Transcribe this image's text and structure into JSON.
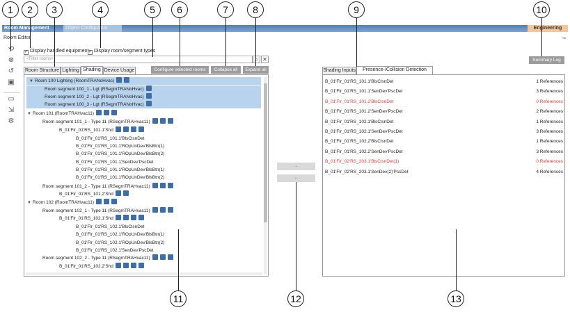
{
  "window": {
    "title": "Room Management",
    "tab_object": "Object Configurator",
    "mode": "Engineering",
    "editor_label": "Room Editor",
    "pin": "⊸"
  },
  "toolbar_icons": [
    "refresh-icon",
    "cancel-icon",
    "undo-icon",
    "save-icon",
    "document-icon",
    "export-icon",
    "settings-icon"
  ],
  "options": {
    "display_handled": "Display handled equipment",
    "display_handled_checked": true,
    "display_types": "Display room/segment types",
    "display_types_checked": true
  },
  "filter": {
    "placeholder": "<Filter rooms>"
  },
  "tabs": [
    "Room Structure",
    "Lighting",
    "Shading",
    "Device Usage"
  ],
  "active_tab": "Shading",
  "actions": {
    "configure": "Configure selected rooms",
    "collapse": "Collapse all",
    "expand": "Expand all"
  },
  "tree": [
    {
      "text": "Room 100 Lighting (RoomTRANoHvac)",
      "indent": 0,
      "toggle": "▼",
      "selected": true,
      "icons": 2
    },
    {
      "text": "Room segment 100_1 - Lgt (RSegmTRANoHvac)",
      "indent": 1,
      "toggle": "",
      "selected": true,
      "icons": 1
    },
    {
      "text": "Room segment 100_2 - Lgt (RSegmTRANoHvac)",
      "indent": 1,
      "toggle": "",
      "selected": true,
      "icons": 1
    },
    {
      "text": "Room segment 100_3 - Lgt (RSegmTRANoHvac)",
      "indent": 1,
      "toggle": "",
      "selected": true,
      "icons": 1
    },
    {
      "text": "Room 101 (RoomTRAHvac11)",
      "indent": 0,
      "toggle": "▼",
      "selected": false,
      "icons": 3
    },
    {
      "text": "Room segment 101_1 - Type 11 (RSegmTRAHvac11)",
      "indent": 1,
      "toggle": "",
      "selected": false,
      "icons": 3
    },
    {
      "text": "B_01'Flr_01'RS_101.1'Shd",
      "indent": 2,
      "toggle": "",
      "selected": false,
      "icons": 4
    },
    {
      "text": "B_01'Flr_01'RS_101.1'BlsClsnDet",
      "indent": 3,
      "toggle": "",
      "selected": false,
      "icons": 0
    },
    {
      "text": "B_01'Flr_01'RS_101.1'ROpUnDev'BlsBtn(1)",
      "indent": 3,
      "toggle": "",
      "selected": false,
      "icons": 0
    },
    {
      "text": "B_01'Flr_01'RS_101.1'ROpUnDev'BlsBtn(2)",
      "indent": 3,
      "toggle": "",
      "selected": false,
      "icons": 0
    },
    {
      "text": "B_01'Flr_01'RS_101.1'SenDev'PscDet",
      "indent": 3,
      "toggle": "",
      "selected": false,
      "icons": 0
    },
    {
      "text": "B_01'Flr_01'RS_101.1'ROpUnDev'BlsBtn(1)",
      "indent": 3,
      "toggle": "",
      "selected": false,
      "icons": 0
    },
    {
      "text": "B_01'Flr_01'RS_101.1'ROpUnDev'BlsBtn(2)",
      "indent": 3,
      "toggle": "",
      "selected": false,
      "icons": 0
    },
    {
      "text": "Room segment 101_2 - Type 11 (RSegmTRAHvac11)",
      "indent": 1,
      "toggle": "",
      "selected": false,
      "icons": 3
    },
    {
      "text": "B_01'Flr_01'RS_101.2'Shd",
      "indent": 2,
      "toggle": "",
      "selected": false,
      "icons": 2
    },
    {
      "text": "Room 102 (RoomTRAHvac11)",
      "indent": 0,
      "toggle": "▼",
      "selected": false,
      "icons": 3
    },
    {
      "text": "Room segment 102_1 - Type 11 (RSegmTRAHvac11)",
      "indent": 1,
      "toggle": "",
      "selected": false,
      "icons": 3
    },
    {
      "text": "B_01'Flr_01'RS_102.1'Shd",
      "indent": 2,
      "toggle": "",
      "selected": false,
      "icons": 4
    },
    {
      "text": "B_01'Flr_01'RS_102.1'BlsClsnDet",
      "indent": 3,
      "toggle": "",
      "selected": false,
      "icons": 0
    },
    {
      "text": "B_01'Flr_01'RS_102.1'ROpUnDev'BlsBtn(1)",
      "indent": 3,
      "toggle": "",
      "selected": false,
      "icons": 0
    },
    {
      "text": "B_01'Flr_01'RS_102.1'ROpUnDev'BlsBtn(2)",
      "indent": 3,
      "toggle": "",
      "selected": false,
      "icons": 0
    },
    {
      "text": "B_01'Flr_01'RS_102.1'SenDev'PscDet",
      "indent": 3,
      "toggle": "",
      "selected": false,
      "icons": 0
    },
    {
      "text": "Room segment 102_2 - Type 11 (RSegmTRAHvac11)",
      "indent": 1,
      "toggle": "",
      "selected": false,
      "icons": 3
    },
    {
      "text": "B_01'Flr_01'RS_102.2'Shd",
      "indent": 2,
      "toggle": "",
      "selected": false,
      "icons": 4
    }
  ],
  "middle": {
    "add": "→",
    "remove": "←"
  },
  "right_tabs": [
    "Shading Inputs",
    "Presence-/Collision Detection Inputs"
  ],
  "right_active": "Presence-/Collision Detection Inputs",
  "summary_log": "Summary Log",
  "references": [
    {
      "name": "B_01'Flr_01'RS_101.1'BlsClsnDet",
      "count": "1 References",
      "error": false
    },
    {
      "name": "B_01'Flr_01'RS_101.1'SenDev'PscDet",
      "count": "3 References",
      "error": false
    },
    {
      "name": "B_01'Flr_01'RS_101.2'BlsClsnDet",
      "count": "0 References",
      "error": true
    },
    {
      "name": "B_01'Flr_01'RS_101.2'SenDev'PscDet",
      "count": "2 References",
      "error": false
    },
    {
      "name": "B_01'Flr_01'RS_102.1'BlsClsnDet",
      "count": "1 References",
      "error": false
    },
    {
      "name": "B_01'Flr_01'RS_102.1'SenDev'PscDet",
      "count": "3 References",
      "error": false
    },
    {
      "name": "B_01'Flr_01'RS_102.2'BlsClsnDet",
      "count": "1 References",
      "error": false
    },
    {
      "name": "B_01'Flr_01'RS_102.2'SenDev'PscDet",
      "count": "3 References",
      "error": false
    },
    {
      "name": "B_01'Flr_02'RS_203.1'BlsClsnDet(1)",
      "count": "0 References",
      "error": true
    },
    {
      "name": "B_01'Flr_02'RS_203.1'SenDev(2)'PscDet",
      "count": "4 References",
      "error": false
    }
  ],
  "callouts": [
    "1",
    "2",
    "3",
    "4",
    "5",
    "6",
    "7",
    "8",
    "9",
    "10",
    "11",
    "12",
    "13"
  ],
  "colors": {
    "accent": "#4f7fb5",
    "selection": "#b8d3ee",
    "error": "#e53935",
    "engineering": "#f3c79a",
    "button": "#9c9c9c"
  }
}
